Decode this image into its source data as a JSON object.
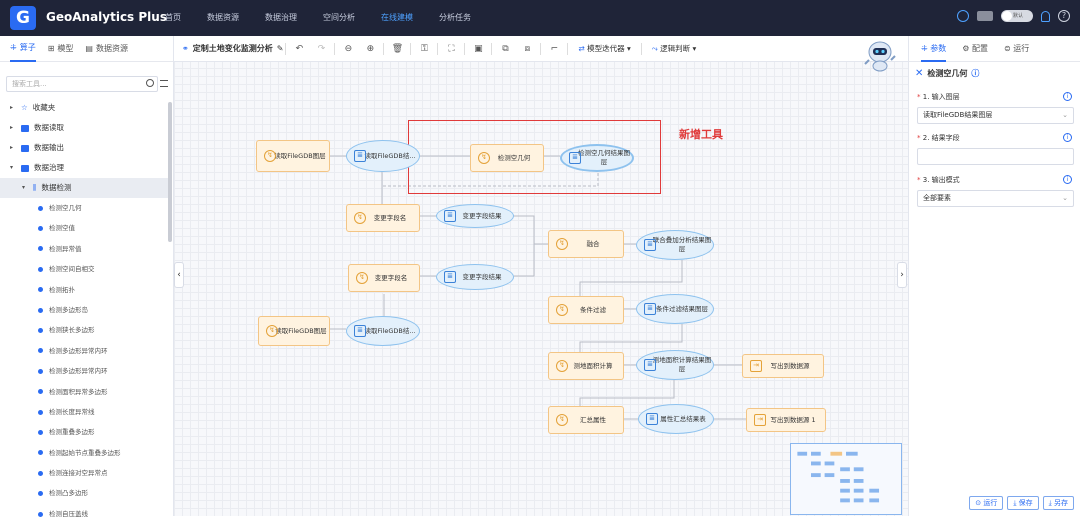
{
  "app": {
    "logo": "G",
    "name": "GeoAnalytics Plus",
    "user_label": "默认"
  },
  "nav": [
    "首页",
    "数据资源",
    "数据治理",
    "空间分析",
    "在线建模",
    "分析任务"
  ],
  "left": {
    "tabs": [
      "算子",
      "模型",
      "数据资源"
    ],
    "search_placeholder": "搜索工具...",
    "categories": [
      "收藏夹",
      "数据读取",
      "数据输出",
      "数据治理"
    ],
    "selected": "数据检测",
    "tools": [
      "检测空几何",
      "检测空值",
      "检测异常值",
      "检测空间自相交",
      "检测拓扑",
      "检测多边形岛",
      "检测狭长多边形",
      "检测多边形异常内环",
      "检测多边形异常内环",
      "检测面积异常多边形",
      "检测长度异常线",
      "检测重叠多边形",
      "检测起始节点重叠多边形",
      "检测连接对空异常点",
      "检测凸多边形",
      "检测自压盖线"
    ]
  },
  "toolbar": {
    "model_title": "定制土地变化监测分析",
    "iterator": "模型迭代器",
    "logic": "逻辑判断"
  },
  "canvas": {
    "annotation": "新增工具",
    "nodes": {
      "read1": "读取FileGDB图层",
      "read1_res": "读取FileGDB结...",
      "check": "检测空几何",
      "check_res": "检测空几何结果图层",
      "rename1": "变更字段名",
      "rename1_res": "变更字段结果",
      "rename2": "变更字段名",
      "rename2_res": "变更字段结果",
      "read2": "读取FileGDB图层",
      "read2_res": "读取FileGDB结...",
      "union": "融合",
      "union_res": "联合叠加分析结果图层",
      "filter": "条件过滤",
      "filter_res": "条件过滤结果图层",
      "area": "测地面积计算",
      "area_res": "测地面积计算结果图层",
      "out1": "写出到数据源",
      "summ": "汇总属性",
      "summ_res": "属性汇总结果表",
      "out2": "写出到数据源 1"
    }
  },
  "right": {
    "tabs": [
      "参数",
      "配置",
      "运行"
    ],
    "tool_title": "检测空几何",
    "p1_label": "1. 输入图层",
    "p1_value": "读取FileGDB结果图层",
    "p2_label": "2. 结果字段",
    "p2_value": "",
    "p3_label": "3. 输出模式",
    "p3_value": "全部要素",
    "buttons": [
      "运行",
      "保存",
      "另存"
    ]
  }
}
